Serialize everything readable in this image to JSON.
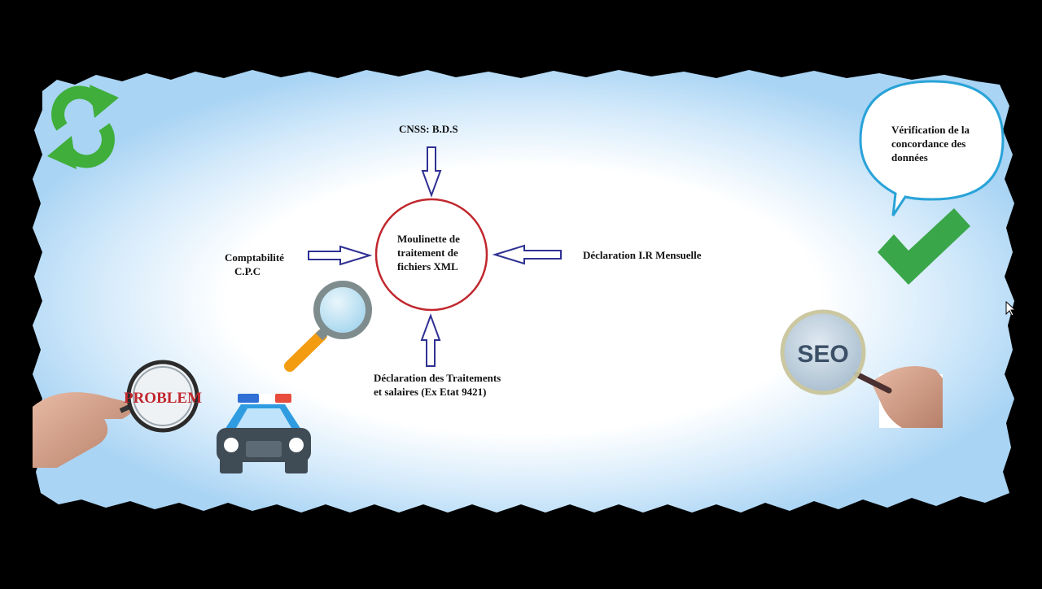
{
  "diagram": {
    "center": {
      "line1": "Moulinette de",
      "line2": "traitement de",
      "line3": "fichiers XML"
    },
    "top_label": "CNSS: B.D.S",
    "left_label": {
      "line1": "Comptabilité",
      "line2": "C.P.C"
    },
    "right_label": "Déclaration I.R Mensuelle",
    "bottom_label": {
      "line1": "Déclaration des Traitements",
      "line2": "et salaires (Ex Etat 9421)"
    },
    "speech_bubble": {
      "line1": "Vérification de la",
      "line2": "concordance des",
      "line3": "données"
    },
    "problem_text": "PROBLEM",
    "seo_text": "SEO"
  },
  "colors": {
    "circle_stroke": "#c0272d",
    "arrow_stroke": "#2e3192",
    "bubble_stroke": "#29a3d8",
    "check_green": "#3aa64a",
    "refresh_green": "#3fae3a",
    "magnifier_orange": "#f39c12",
    "car_blue": "#2f9be0",
    "car_dark": "#3f4b55"
  }
}
